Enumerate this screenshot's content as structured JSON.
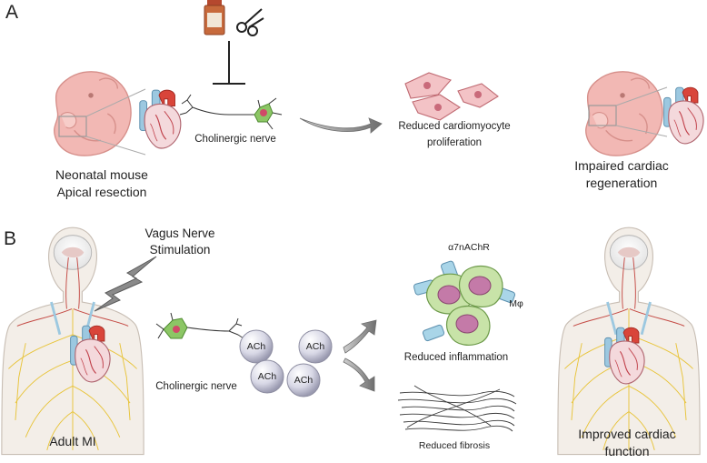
{
  "panel_a": {
    "label": "A",
    "mouse_caption_line1": "Neonatal mouse",
    "mouse_caption_line2": "Apical resection",
    "nerve_label": "Cholinergic nerve",
    "cardiomyocyte_line1": "Reduced  cardiomyocyte",
    "cardiomyocyte_line2": "proliferation",
    "outcome_line1": "Impaired cardiac",
    "outcome_line2": "regeneration"
  },
  "panel_b": {
    "label": "B",
    "vns_line1": "Vagus Nerve",
    "vns_line2": "Stimulation",
    "receptor_label": "α7nAChR",
    "macrophage_label": "Mφ",
    "ach_label": "ACh",
    "nerve_label": "Cholinergic nerve",
    "inflammation_label": "Reduced inflammation",
    "fibrosis_label": "Reduced fibrosis",
    "adult_label": "Adult MI",
    "outcome_line1": "Improved cardiac",
    "outcome_line2": "function"
  },
  "colors": {
    "mouse_pink": "#f2b8b4",
    "heart_red": "#d9453a",
    "vessel_blue": "#9cc8e0",
    "nerve_yellow": "#e8c43a",
    "nerve_green": "#8cc665",
    "macrophage_green": "#c8e3a8",
    "macrophage_nucleus": "#c47aa8",
    "ach_sphere": "#d8d8e6",
    "arrow_gray": "#888888"
  }
}
